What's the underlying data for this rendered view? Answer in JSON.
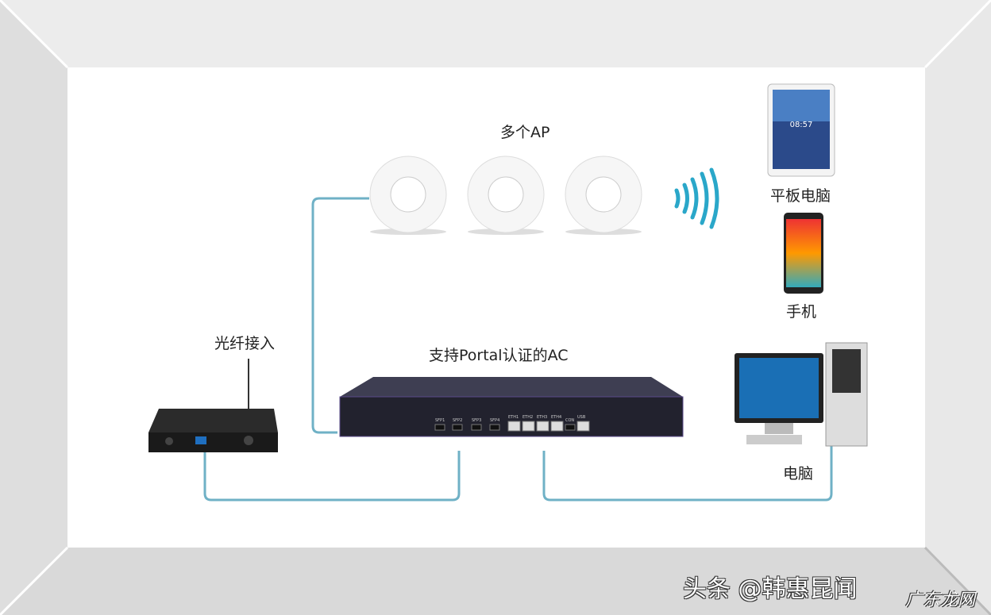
{
  "labels": {
    "aps": "多个AP",
    "tablet": "平板电脑",
    "phone": "手机",
    "fiber": "光纤接入",
    "ac": "支持Portal认证的AC",
    "pc": "电脑"
  },
  "ac_ports": [
    "SFP1",
    "SFP2",
    "SFP3",
    "SFP4",
    "ETH1",
    "ETH2",
    "ETH3",
    "ETH4",
    "CON",
    "USB"
  ],
  "tablet_clock": "08:57",
  "watermark": {
    "main": "头条 @韩惠昆闻",
    "overlay": "广东龙网"
  },
  "colors": {
    "cable": "#6fb1c6",
    "wifi": "#2aa7c9",
    "frame": "#e4e4e4",
    "canvas": "#ffffff"
  }
}
